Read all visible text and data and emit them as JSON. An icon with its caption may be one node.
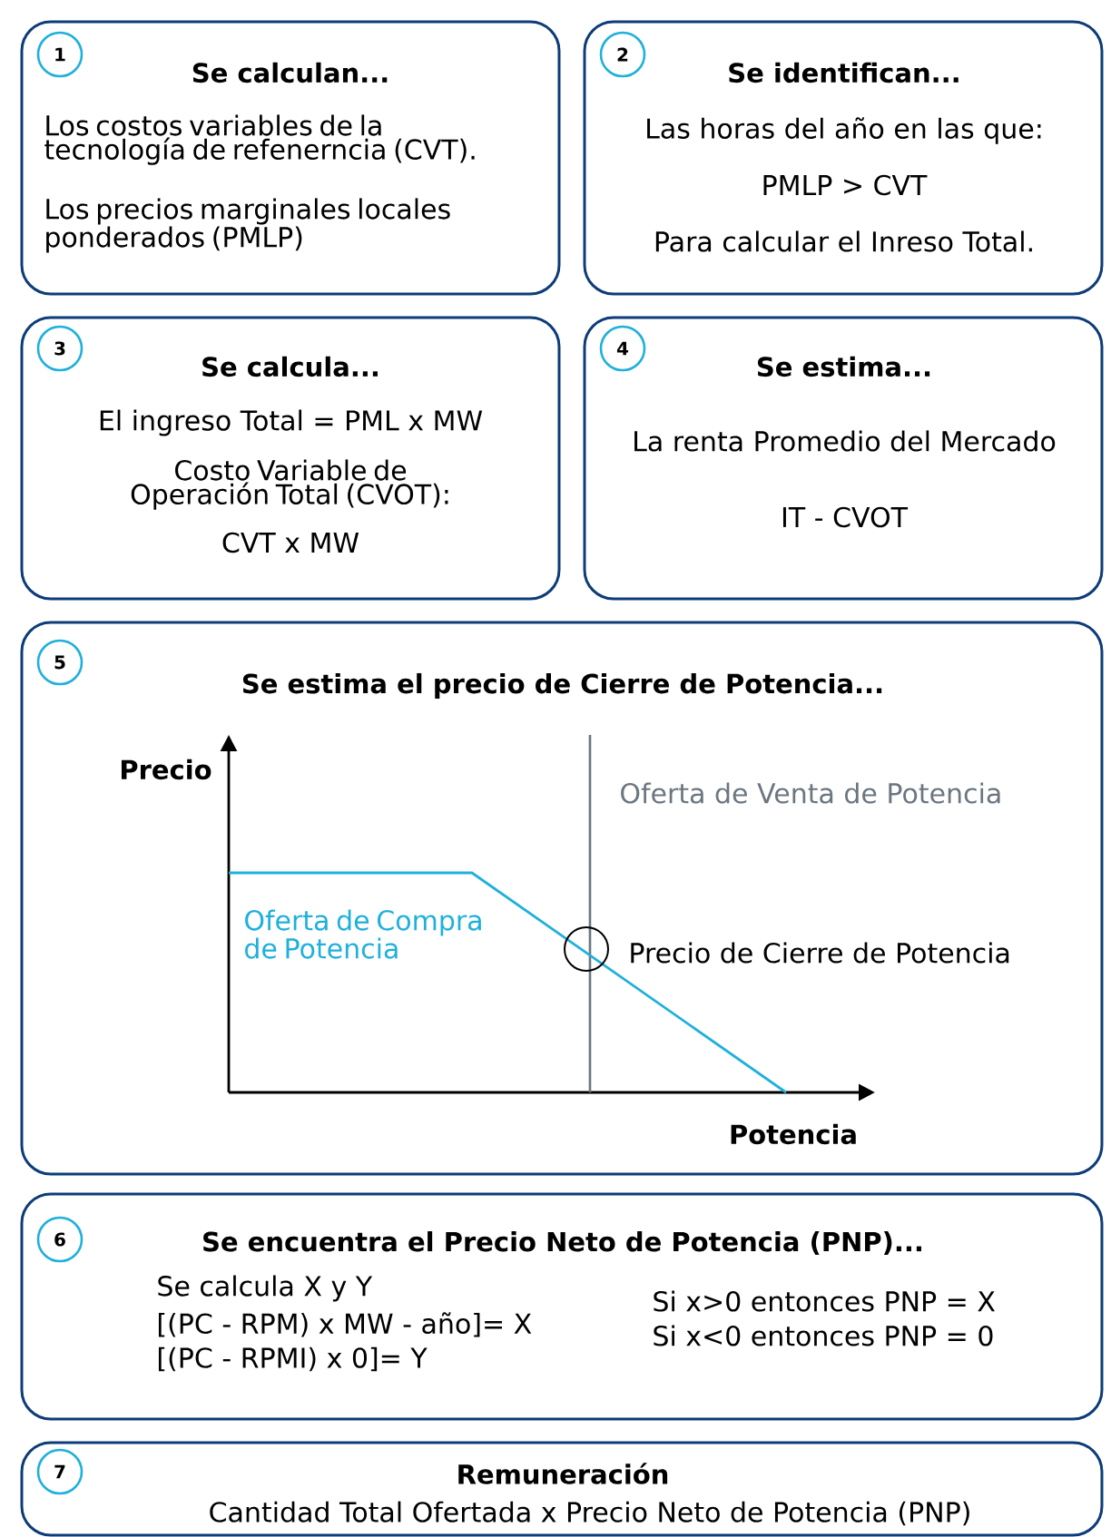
{
  "diagram": {
    "nodes": [
      {
        "text": [
          "Se calculan...",
          "Los costos variables de la tecnología de refenerncia (CVT).",
          "Los precios marginales locales ponderados (PMLP)"
        ]
      },
      {
        "text": [
          "1"
        ],
        "in": 0
      },
      {
        "text": [
          "Se identifican...",
          "Las horas del año en las que:",
          "PMLP > CVT",
          "Para calcular el Inreso Total."
        ]
      },
      {
        "text": [
          "2"
        ],
        "in": 2
      },
      {
        "text": [
          "Se calcula...",
          "El ingreso Total = PML x MW",
          "Costo Variable de Operación Total (CVOT):",
          "CVT x MW"
        ]
      },
      {
        "text": [
          "3"
        ],
        "in": 4
      },
      {
        "text": [
          "Se estima...",
          "La renta Promedio del Mercado",
          "IT - CVOT"
        ]
      },
      {
        "text": [
          "4"
        ],
        "in": 6
      },
      {
        "text": [
          "Se estima el precio de Cierre de Potencia..."
        ]
      },
      {
        "text": [
          "5"
        ],
        "in": 8
      },
      {
        "text": [
          "Se encuentra el Precio Neto de Potencia (PNP)...",
          "Se calcula X y Y",
          "[(PC - RPM) x MW - año]= X",
          "[(PC - RPMI) x 0]= Y",
          "Si x>0 entonces PNP = X",
          "Si x<0 entonces PNP = 0"
        ]
      },
      {
        "text": [
          "6"
        ],
        "in": 10
      },
      {
        "text": [
          "Remuneración",
          "Cantidad Total Ofertada x Precio Neto de Potencia (PNP)"
        ]
      },
      {
        "text": [
          "7"
        ],
        "in": 12
      }
    ],
    "labels": [
      "Precio",
      "Oferta de Venta de Potencia",
      "Oferta de Compra de Potencia",
      "Precio de Cierre de Potencia",
      "Potencia"
    ]
  }
}
